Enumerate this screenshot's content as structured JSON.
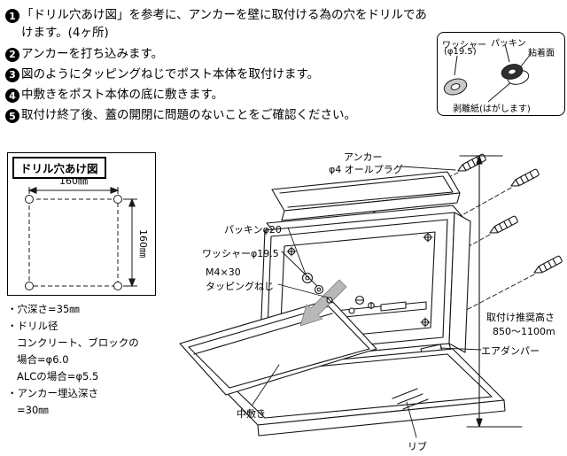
{
  "steps": [
    {
      "num": "1",
      "text": "「ドリル穴あけ図」を参考に、アンカーを壁に取付ける為の穴をドリルであけます。(4ヶ所)"
    },
    {
      "num": "2",
      "text": "アンカーを打ち込みます。"
    },
    {
      "num": "3",
      "text": "図のようにタッピングねじでポスト本体を取付けます。"
    },
    {
      "num": "4",
      "text": "中敷きをポスト本体の底に敷きます。"
    },
    {
      "num": "5",
      "text": "取付け終了後、蓋の開閉に問題のないことをご確認ください。"
    }
  ],
  "parts_callout": {
    "washer_label": "ワッシャー",
    "washer_size": "(φ19.5)",
    "packing_label": "パッキン",
    "adhesive_label": "粘着面",
    "release_label": "剥離紙(はがします)"
  },
  "drill_diagram": {
    "title": "ドリル穴あけ図",
    "width_dim": "160㎜",
    "height_dim": "160㎜",
    "notes": [
      "・穴深さ=35㎜",
      "・ドリル径",
      "コンクリート、ブロックの",
      "場合=φ6.0",
      "ALCの場合=φ5.5",
      "・アンカー埋込深さ",
      "=30㎜"
    ]
  },
  "assembly_diagram": {
    "anchor_label": "アンカー",
    "anchor_spec": "φ4  オールプラグ",
    "packing_label": "パッキンφ20",
    "washer_label": "ワッシャーφ19.5",
    "screw_label_line1": "M4×30",
    "screw_label_line2": "タッピングねじ",
    "mat_label": "中敷き",
    "rib_label": "リブ",
    "damper_label": "エアダンパー",
    "height_label_line1": "取付け推奨高さ",
    "height_label_line2": "850〜1100m"
  }
}
